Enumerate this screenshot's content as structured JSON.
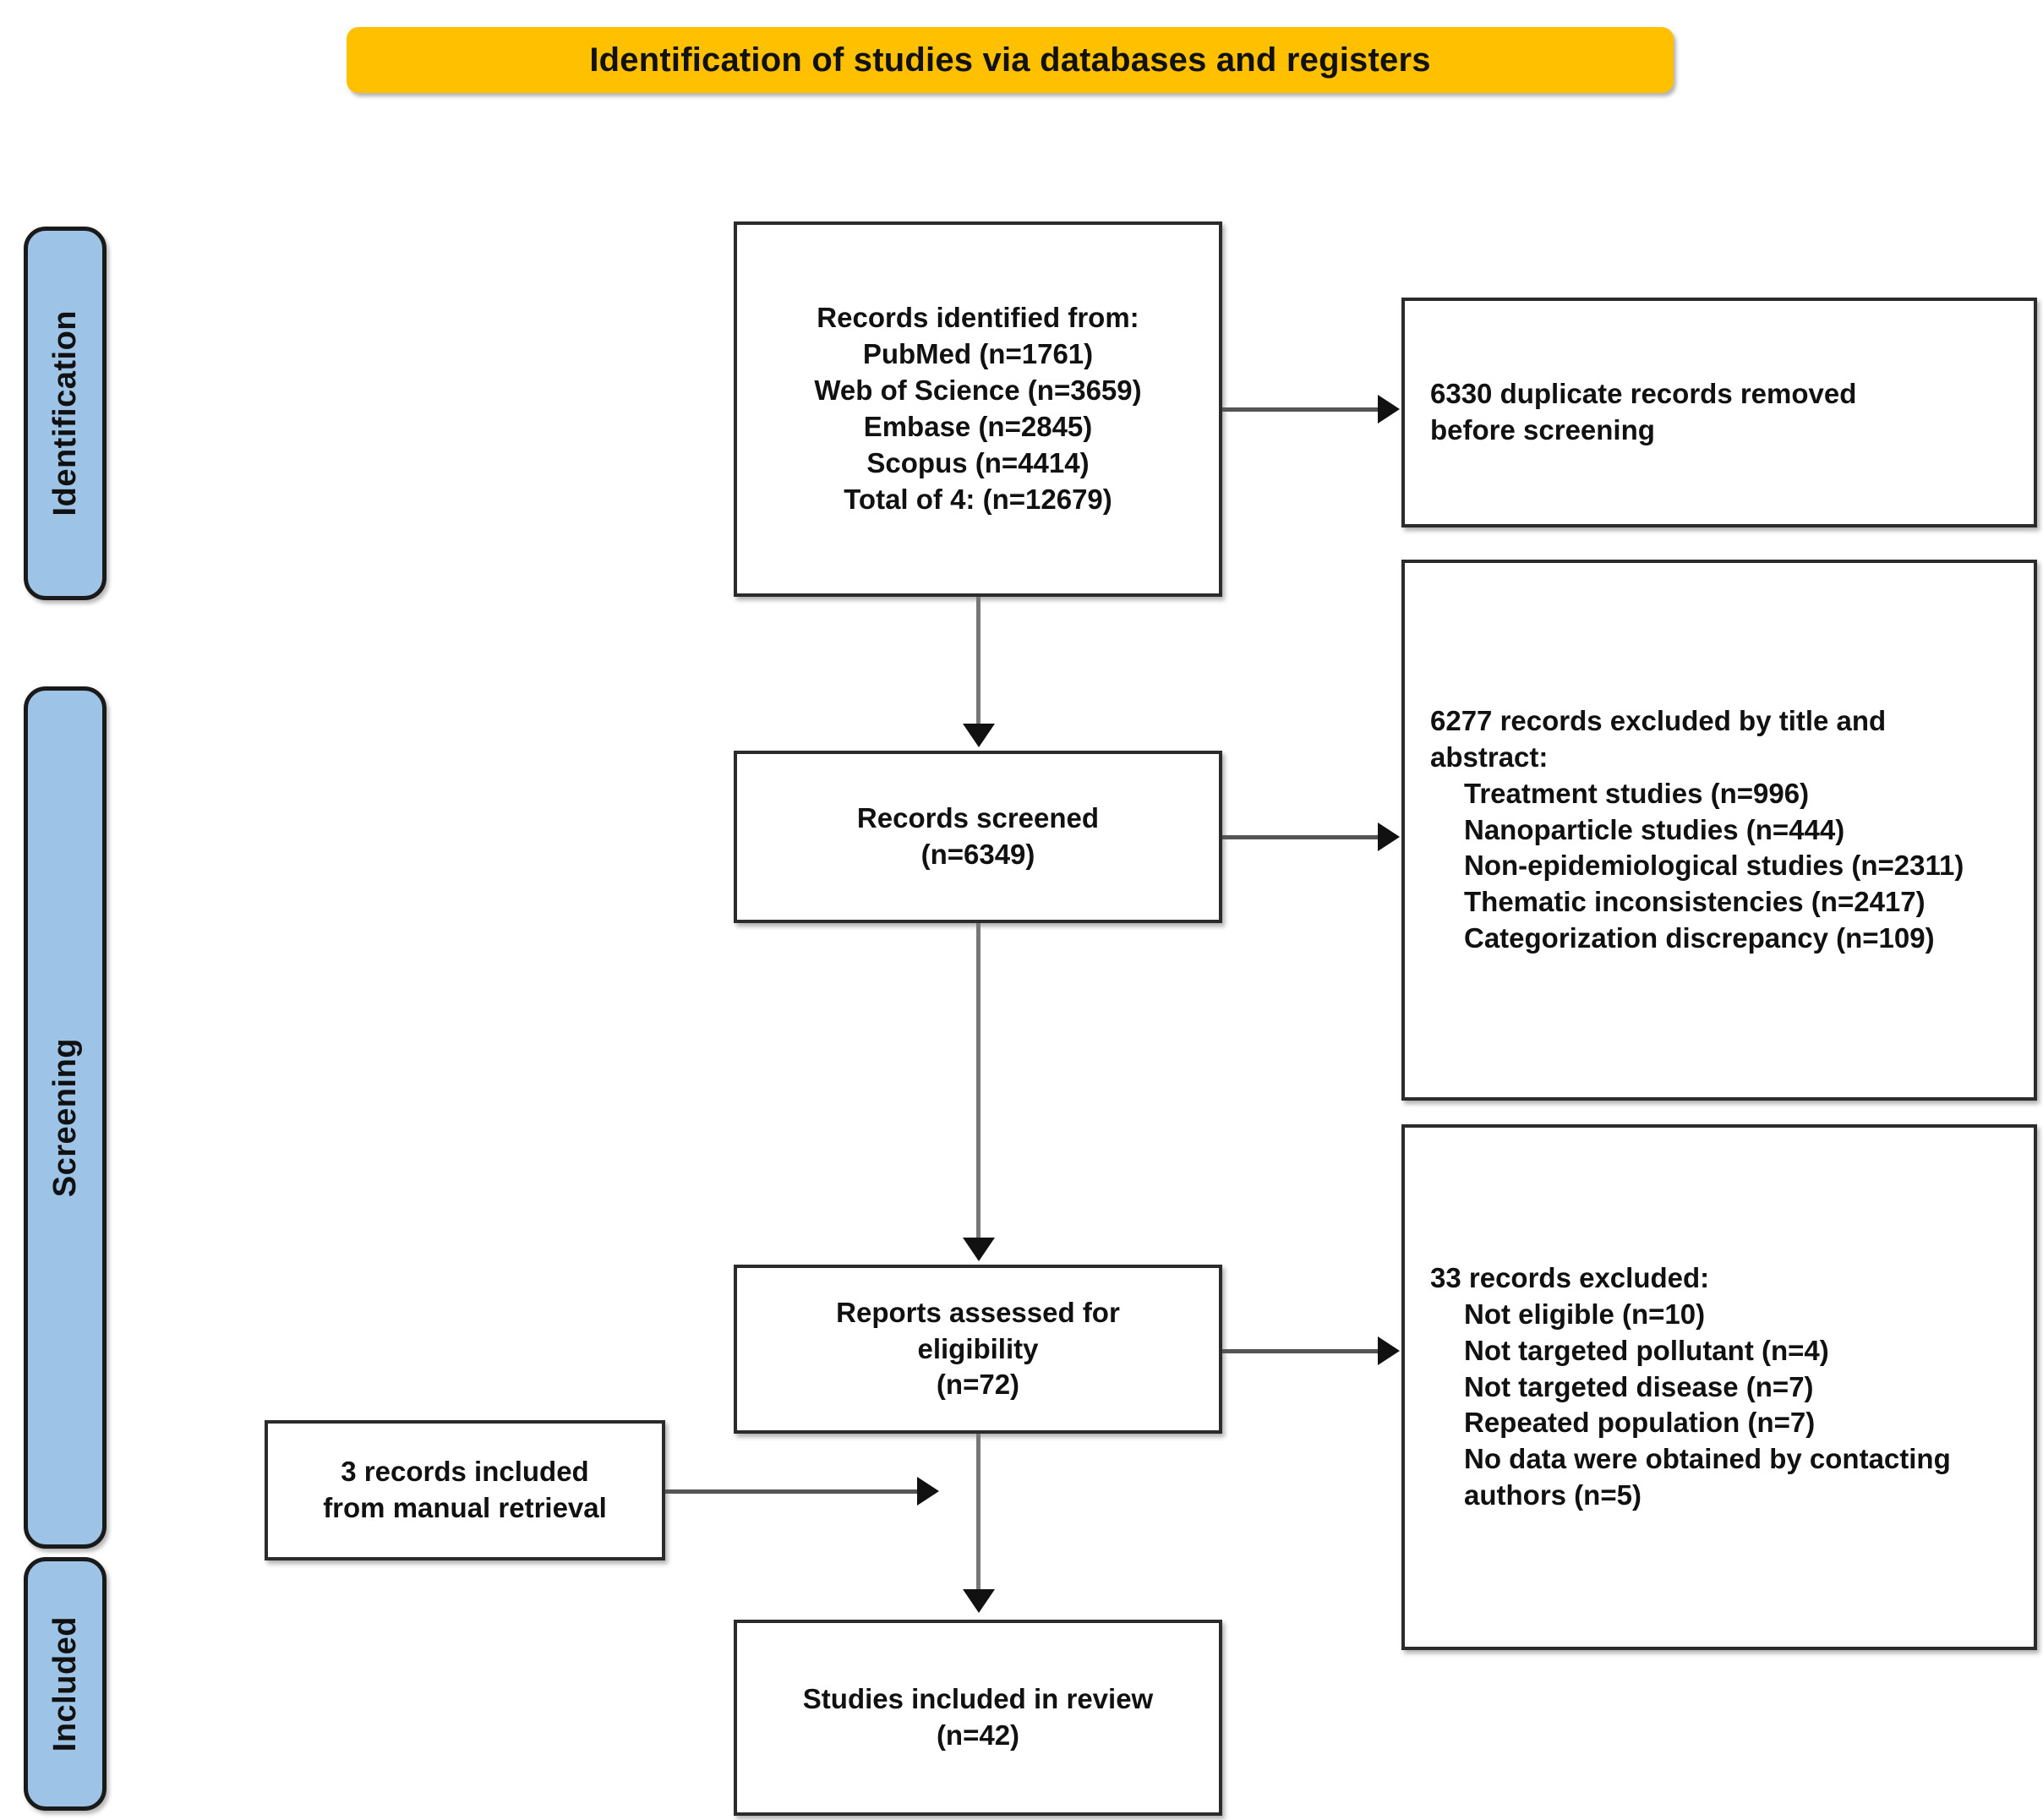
{
  "banner": {
    "title": "Identification of studies via databases and registers",
    "color": "#FFC000"
  },
  "rails": {
    "color": "#9DC3E6",
    "identification": "Identification",
    "screening": "Screening",
    "included": "Included"
  },
  "boxes": {
    "identified": "Records identified from:\nPubMed (n=1761)\nWeb of Science (n=3659)\nEmbase (n=2845)\nScopus (n=4414)\nTotal of 4: (n=12679)",
    "duplicates": "6330 duplicate records removed\nbefore screening",
    "screened": "Records screened\n(n=6349)",
    "excluded_title_abstract_heading": "6277 records excluded by title and\nabstract:",
    "excluded_title_abstract_items": "Treatment studies (n=996)\nNanoparticle studies (n=444)\nNon-epidemiological studies (n=2311)\nThematic inconsistencies (n=2417)\nCategorization discrepancy (n=109)",
    "eligibility": "Reports assessed for\neligibility\n(n=72)",
    "excluded_fulltext_heading": "33 records excluded:",
    "excluded_fulltext_items": "Not eligible (n=10)\nNot targeted pollutant (n=4)\nNot targeted disease (n=7)\nRepeated population (n=7)\nNo data were obtained by contacting\nauthors (n=5)",
    "manual": "3 records included\nfrom manual retrieval",
    "included": "Studies included in review\n(n=42)"
  },
  "chart_data": {
    "type": "diagram",
    "title": "PRISMA flow diagram — Identification of studies via databases and registers",
    "stages": [
      "Identification",
      "Screening",
      "Included"
    ],
    "nodes": [
      {
        "id": "identified",
        "stage": "Identification",
        "label": "Records identified from",
        "sources": [
          {
            "name": "PubMed",
            "n": 1761
          },
          {
            "name": "Web of Science",
            "n": 3659
          },
          {
            "name": "Embase",
            "n": 2845
          },
          {
            "name": "Scopus",
            "n": 4414
          }
        ],
        "total": 12679
      },
      {
        "id": "duplicates_removed",
        "stage": "Identification",
        "label": "Duplicate records removed before screening",
        "n": 6330
      },
      {
        "id": "screened",
        "stage": "Screening",
        "label": "Records screened",
        "n": 6349
      },
      {
        "id": "excluded_title_abstract",
        "stage": "Screening",
        "label": "Records excluded by title and abstract",
        "n": 6277,
        "reasons": [
          {
            "reason": "Treatment studies",
            "n": 996
          },
          {
            "reason": "Nanoparticle studies",
            "n": 444
          },
          {
            "reason": "Non-epidemiological studies",
            "n": 2311
          },
          {
            "reason": "Thematic inconsistencies",
            "n": 2417
          },
          {
            "reason": "Categorization discrepancy",
            "n": 109
          }
        ]
      },
      {
        "id": "eligibility",
        "stage": "Screening",
        "label": "Reports assessed for eligibility",
        "n": 72
      },
      {
        "id": "excluded_fulltext",
        "stage": "Screening",
        "label": "Records excluded",
        "n": 33,
        "reasons": [
          {
            "reason": "Not eligible",
            "n": 10
          },
          {
            "reason": "Not targeted pollutant",
            "n": 4
          },
          {
            "reason": "Not targeted disease",
            "n": 7
          },
          {
            "reason": "Repeated population",
            "n": 7
          },
          {
            "reason": "No data were obtained by contacting authors",
            "n": 5
          }
        ]
      },
      {
        "id": "manual",
        "stage": "Included",
        "label": "Records included from manual retrieval",
        "n": 3
      },
      {
        "id": "included",
        "stage": "Included",
        "label": "Studies included in review",
        "n": 42
      }
    ],
    "edges": [
      {
        "from": "identified",
        "to": "duplicates_removed"
      },
      {
        "from": "identified",
        "to": "screened"
      },
      {
        "from": "screened",
        "to": "excluded_title_abstract"
      },
      {
        "from": "screened",
        "to": "eligibility"
      },
      {
        "from": "eligibility",
        "to": "excluded_fulltext"
      },
      {
        "from": "eligibility",
        "to": "included"
      },
      {
        "from": "manual",
        "to": "included"
      }
    ]
  }
}
